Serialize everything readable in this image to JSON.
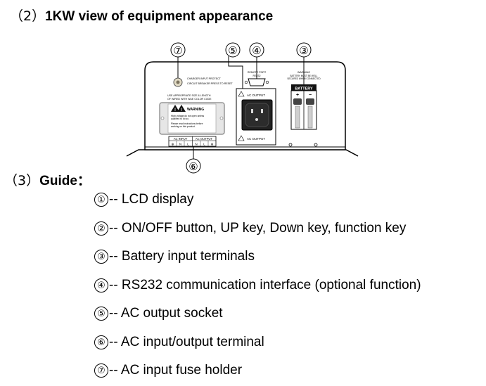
{
  "section2": {
    "number": "（2）",
    "title": "1KW view of equipment appearance"
  },
  "section3": {
    "number": "（3）",
    "title": "Guide："
  },
  "callouts": [
    "⑦",
    "⑤",
    "④",
    "③",
    "⑥"
  ],
  "panel": {
    "fuse_label_1": "CHARGER INPUT PROTECT",
    "fuse_label_2": "CIRCUIT BREAKER PRESS TO RESET",
    "wire_note_1": "USE APPROPRIATE SIZE & LENGTH",
    "wire_note_2": "OF WIRED WITH W&E COLOR CODE",
    "warning_title": "WARNING",
    "warning_line_1": "High voltage,do not open unless",
    "warning_line_2": "qualified to do so.",
    "warning_line_3": "Please read instructions before",
    "warning_line_4": "working on this product.",
    "ac_input_label": "AC INPUT",
    "ac_output_terminal_label": "AC OUTPUT",
    "terminal_letters": [
      "⊕",
      "N",
      "L",
      "N",
      "L",
      "⊕"
    ],
    "remote_port_1": "REMOTE PORT",
    "remote_port_2": "RS232",
    "socket_label_top": "AC OUTPUT",
    "socket_label_bottom": "AC OUTPUT",
    "battery_warning_1": "WARNING",
    "battery_warning_2": "BATTERY MUST BE WELL",
    "battery_warning_3": "SECURED WHEN CONNECTED",
    "battery_label": "BATTERY",
    "battery_plus": "+",
    "battery_minus": "−"
  },
  "guide_items": [
    {
      "num": "①",
      "text": "-- LCD display"
    },
    {
      "num": "②",
      "text": "-- ON/OFF button, UP key, Down key, function key"
    },
    {
      "num": "③",
      "text": "-- Battery input terminals"
    },
    {
      "num": "④",
      "text": "-- RS232 communication interface (optional function)"
    },
    {
      "num": "⑤",
      "text": "-- AC output socket"
    },
    {
      "num": "⑥",
      "text": "-- AC input/output terminal"
    },
    {
      "num": "⑦",
      "text": "-- AC input fuse holder"
    }
  ]
}
